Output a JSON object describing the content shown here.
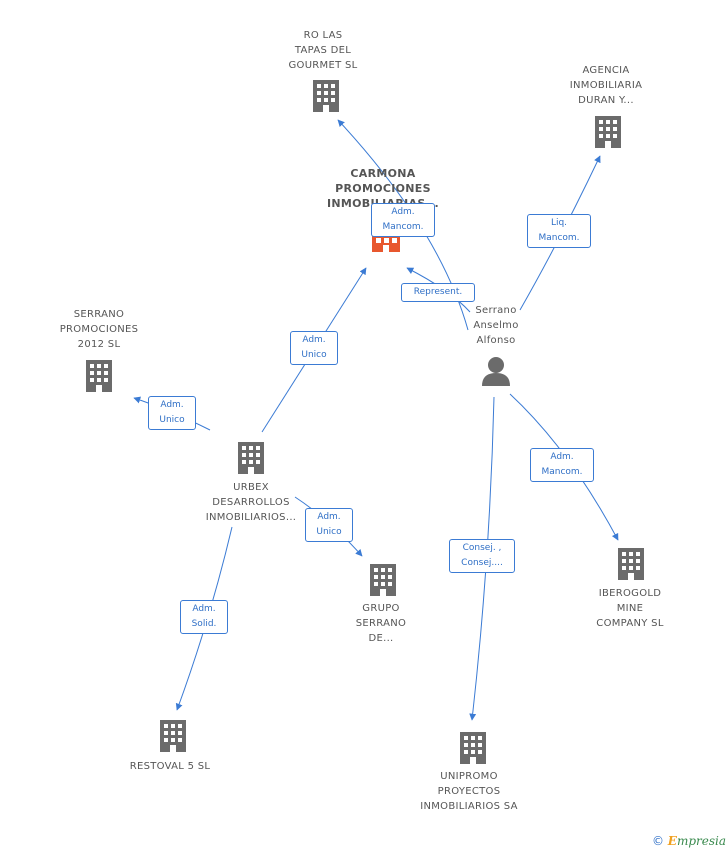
{
  "colors": {
    "edge": "#3b7bd4",
    "building": "#6b6b6b",
    "focus_building": "#e8572e",
    "person": "#6b6b6b"
  },
  "nodes": [
    {
      "id": "ro_las_tapas",
      "kind": "company",
      "lines": [
        "RO LAS",
        "TAPAS DEL",
        "GOURMET SL"
      ]
    },
    {
      "id": "agencia",
      "kind": "company",
      "lines": [
        "AGENCIA",
        "INMOBILIARIA",
        "DURAN Y..."
      ]
    },
    {
      "id": "carmona",
      "kind": "company",
      "focus": true,
      "lines": [
        "CARMONA",
        "PROMOCIONES",
        "INMOBILIARIAS..."
      ]
    },
    {
      "id": "serrano_person",
      "kind": "person",
      "lines": [
        "Serrano",
        "Anselmo",
        "Alfonso"
      ]
    },
    {
      "id": "serrano_2012",
      "kind": "company",
      "lines": [
        "SERRANO",
        "PROMOCIONES",
        "2012 SL"
      ]
    },
    {
      "id": "urbex",
      "kind": "company",
      "lines": [
        "URBEX",
        "DESARROLLOS",
        "INMOBILIARIOS..."
      ]
    },
    {
      "id": "grupo_serrano",
      "kind": "company",
      "lines": [
        "GRUPO",
        "SERRANO",
        "DE..."
      ]
    },
    {
      "id": "iberogold",
      "kind": "company",
      "lines": [
        "IBEROGOLD",
        "MINE",
        "COMPANY SL"
      ]
    },
    {
      "id": "restoval",
      "kind": "company",
      "lines": [
        "RESTOVAL 5 SL"
      ]
    },
    {
      "id": "unipromo",
      "kind": "company",
      "lines": [
        "UNIPROMO",
        "PROYECTOS",
        "INMOBILIARIOS SA"
      ]
    }
  ],
  "edges": [
    {
      "id": "e_adm_mancom_top",
      "from": "serrano_person",
      "to": "ro_las_tapas",
      "lines": [
        "Adm.",
        "Mancom."
      ]
    },
    {
      "id": "e_represent",
      "from": "serrano_person",
      "to": "carmona",
      "lines": [
        "Represent."
      ]
    },
    {
      "id": "e_liq_mancom",
      "from": "serrano_person",
      "to": "agencia",
      "lines": [
        "Liq.",
        "Mancom."
      ]
    },
    {
      "id": "e_adm_unico_carmona",
      "from": "urbex",
      "to": "carmona",
      "lines": [
        "Adm.",
        "Unico"
      ]
    },
    {
      "id": "e_adm_unico_serrano2012",
      "from": "urbex",
      "to": "serrano_2012",
      "lines": [
        "Adm.",
        "Unico"
      ]
    },
    {
      "id": "e_adm_unico_grupo",
      "from": "urbex",
      "to": "grupo_serrano",
      "lines": [
        "Adm.",
        "Unico"
      ]
    },
    {
      "id": "e_adm_solid",
      "from": "urbex",
      "to": "restoval",
      "lines": [
        "Adm.",
        "Solid."
      ]
    },
    {
      "id": "e_adm_mancom_ibero",
      "from": "serrano_person",
      "to": "iberogold",
      "lines": [
        "Adm.",
        "Mancom."
      ]
    },
    {
      "id": "e_consej",
      "from": "serrano_person",
      "to": "unipromo",
      "lines": [
        "Consej. ,",
        "Consej...."
      ]
    }
  ],
  "footer": {
    "copyright": "©",
    "brand_initial": "E",
    "brand_rest": "mpresia"
  }
}
